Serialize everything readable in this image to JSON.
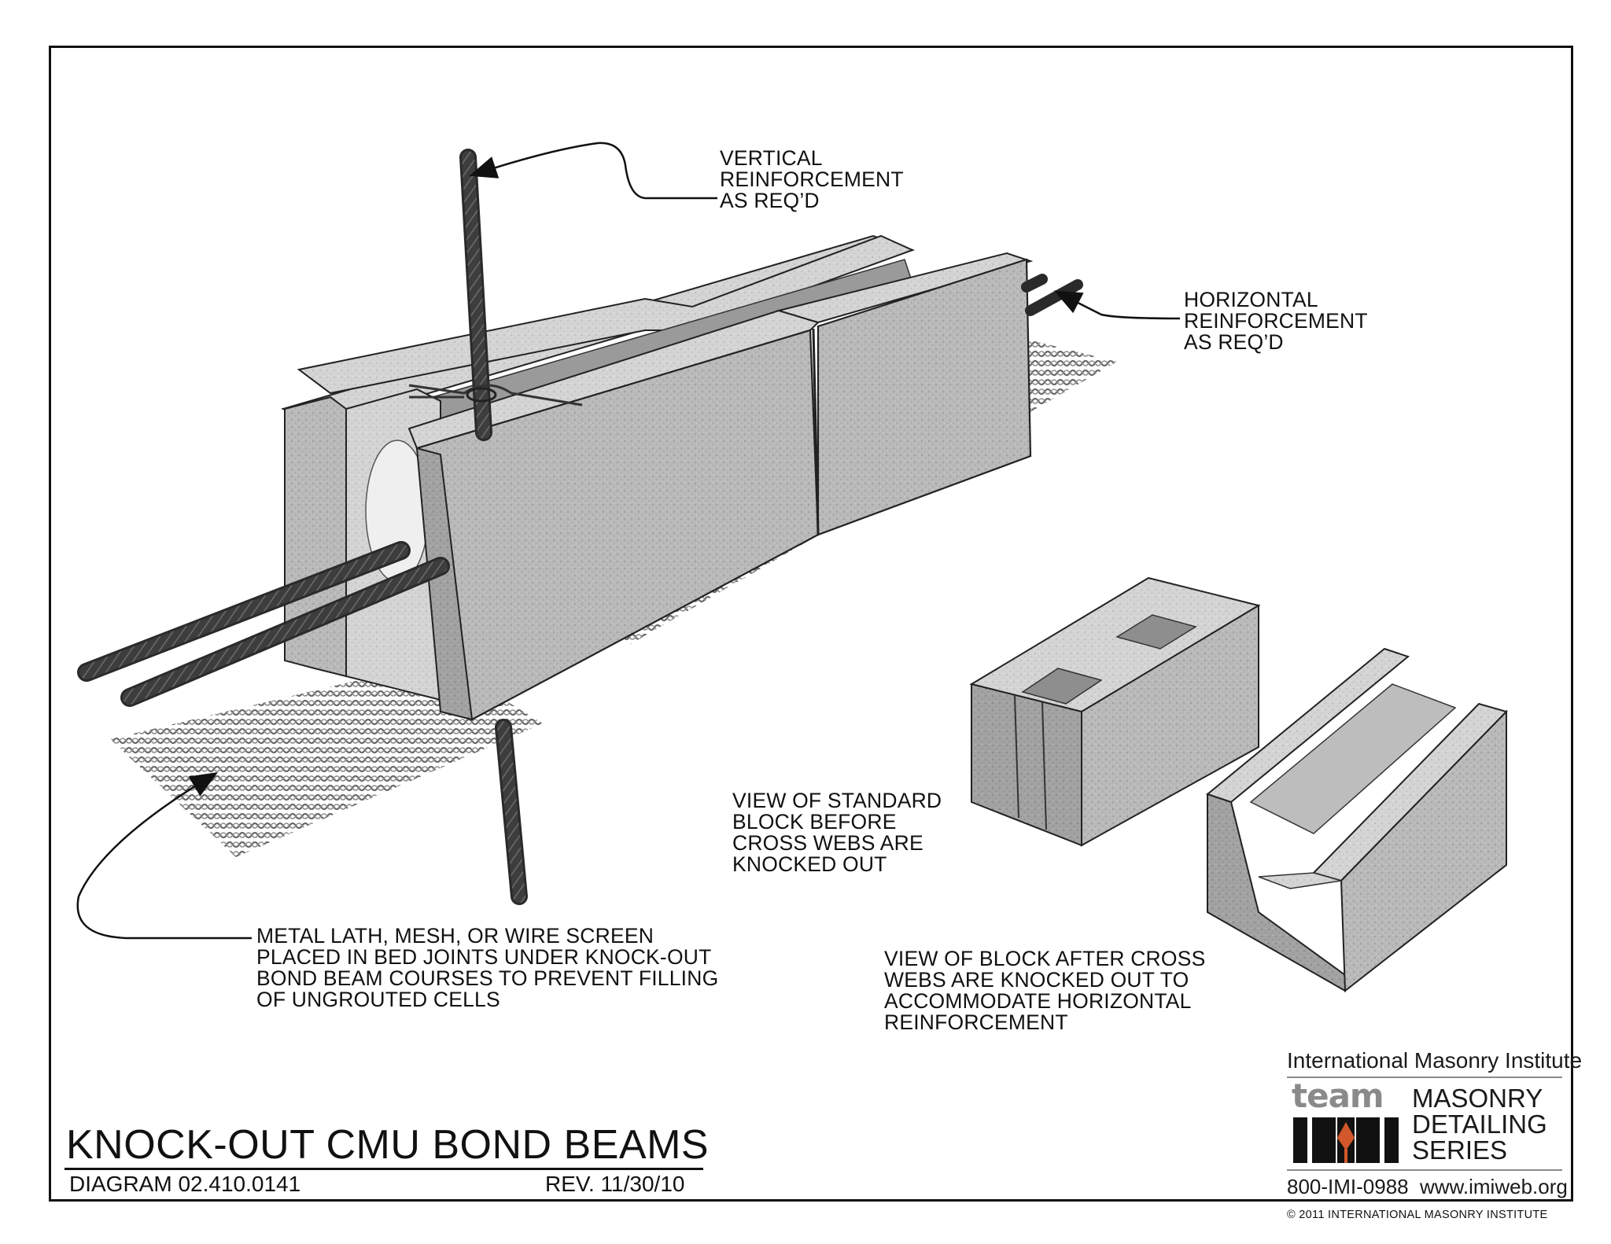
{
  "labels": {
    "vertical": [
      "VERTICAL",
      "REINFORCEMENT",
      "AS REQ’D"
    ],
    "horizontal": [
      "HORIZONTAL",
      "REINFORCEMENT",
      "AS REQ’D"
    ],
    "standard_block": [
      "VIEW OF STANDARD",
      "BLOCK BEFORE",
      "CROSS WEBS ARE",
      "KNOCKED OUT"
    ],
    "mesh": [
      "METAL LATH, MESH, OR WIRE SCREEN",
      "PLACED IN BED JOINTS UNDER KNOCK-OUT",
      "BOND BEAM COURSES TO PREVENT FILLING",
      "OF UNGROUTED CELLS"
    ],
    "knocked_block": [
      "VIEW OF BLOCK AFTER CROSS",
      "WEBS ARE KNOCKED OUT TO",
      "ACCOMMODATE HORIZONTAL",
      "REINFORCEMENT"
    ]
  },
  "title_block": {
    "title": "KNOCK-OUT CMU BOND BEAMS",
    "diagram": "DIAGRAM 02.410.0141",
    "revision": "REV. 11/30/10"
  },
  "logo": {
    "org": "International Masonry Institute",
    "team": "team",
    "series_lines": [
      "MASONRY",
      "DETAILING",
      "SERIES"
    ],
    "phone": "800-IMI-0988",
    "web": "www.imiweb.org",
    "accent_color": "#d2572a"
  },
  "copyright": "© 2011 INTERNATIONAL MASONRY INSTITUTE"
}
